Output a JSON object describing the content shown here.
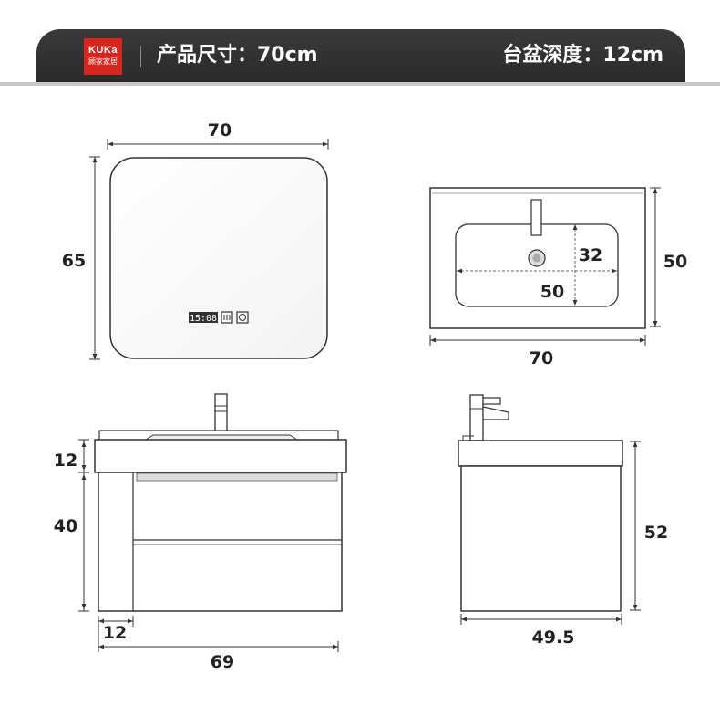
{
  "header": {
    "brand_line1": "KUKa",
    "brand_line2": "顾家家居",
    "product_size": "产品尺寸：70cm",
    "basin_depth": "台盆深度：12cm"
  },
  "mirror": {
    "width_label": "70",
    "height_label": "65",
    "clock_text": "15:08"
  },
  "basin": {
    "inner_depth_label": "32",
    "inner_width_label": "50",
    "depth_label": "50",
    "width_label": "70"
  },
  "cabinet_front": {
    "top_label": "12",
    "body_label": "40",
    "side_label": "12",
    "width_label": "69"
  },
  "cabinet_side": {
    "height_label": "52",
    "depth_label": "49.5"
  }
}
